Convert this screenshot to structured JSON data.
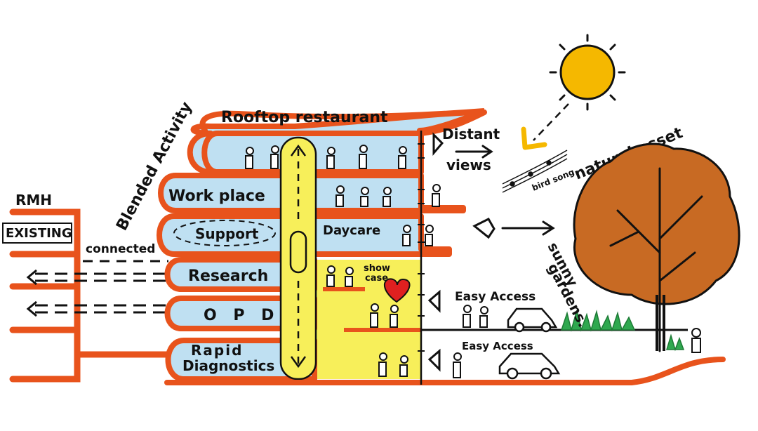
{
  "labels": {
    "rmh": "RMH",
    "existing": "EXISTING",
    "connected": "connected",
    "blended_activity": "Blended Activity",
    "rooftop_restaurant": "Rooftop restaurant",
    "workplace": "Work place",
    "support": "Support",
    "daycare": "Daycare",
    "research": "Research",
    "opd": "O P D",
    "rapid": "Rapid",
    "diagnostics": "Diagnostics",
    "show": "show",
    "case": "case",
    "distant": "Distant",
    "views": "views",
    "bird_song": "bird song",
    "natural_asset": "natural asset",
    "sunny": "sunny",
    "gardens": "gardens.",
    "easy_access_upper": "Easy Access",
    "easy_access_lower": "Easy Access"
  },
  "colors": {
    "orange_outline": "#e8531c",
    "floor_fill": "#bfe0f2",
    "core_fill": "#f7ef5a",
    "sun_fill": "#f5b800",
    "tree_fill": "#c86a23",
    "grass": "#2fa84f",
    "heart": "#e02020",
    "ink": "#111111"
  }
}
